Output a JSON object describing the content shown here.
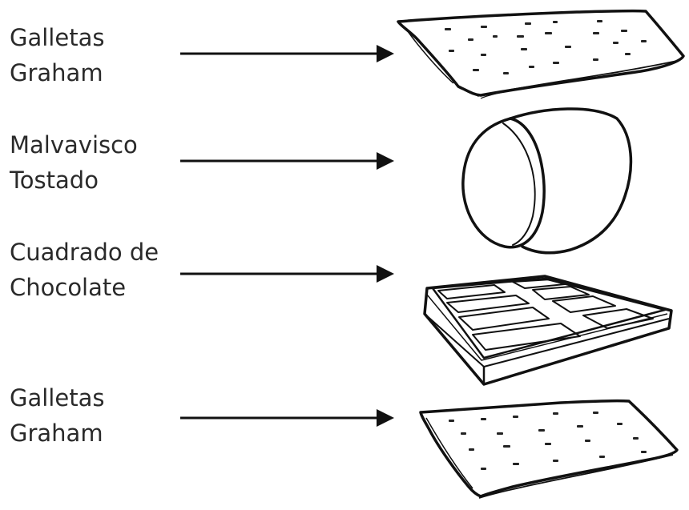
{
  "labels": {
    "graham_top": {
      "line1": "Galletas",
      "line2": "Graham"
    },
    "marshmallow": {
      "line1": "Malvavisco",
      "line2": "Tostado"
    },
    "chocolate": {
      "line1": "Cuadrado de",
      "line2": "Chocolate"
    },
    "graham_bottom": {
      "line1": "Galletas",
      "line2": "Graham"
    }
  },
  "colors": {
    "ink": "#111111",
    "text": "#2a2a2a",
    "background": "#ffffff"
  }
}
